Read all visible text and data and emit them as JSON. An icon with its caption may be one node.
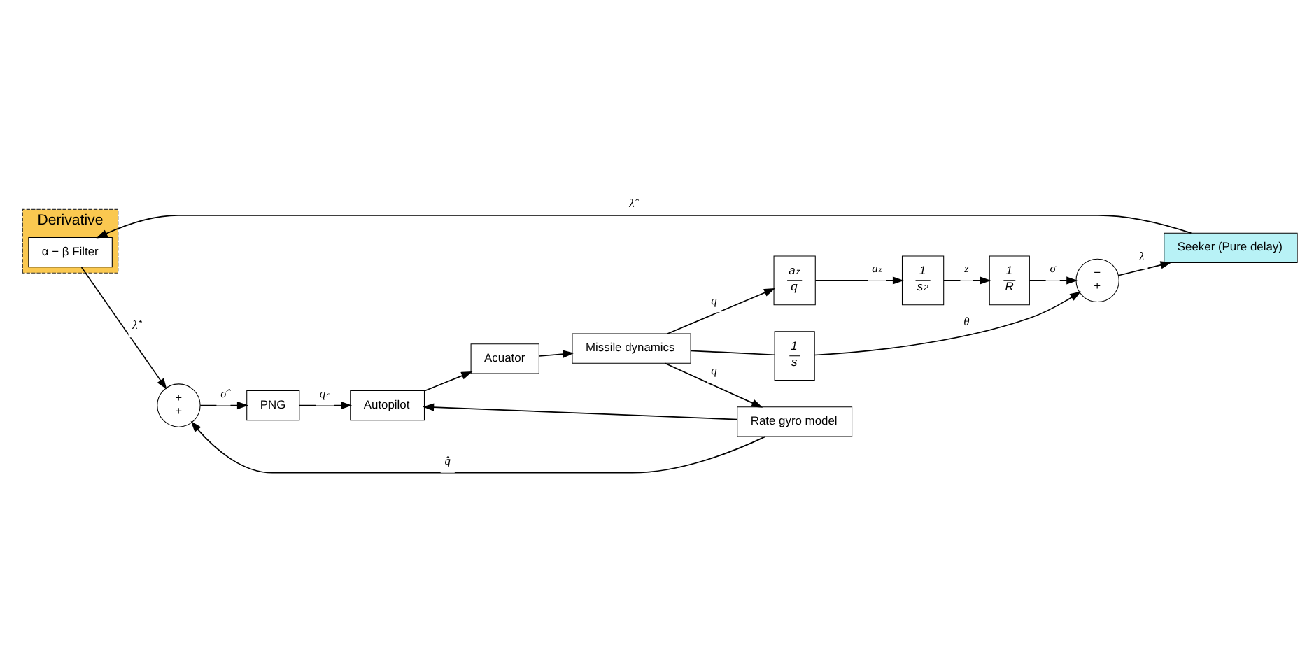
{
  "diagram": {
    "nodes": [
      {
        "text": [
          "+",
          "+"
        ]
      },
      {
        "text": [
          "PNG"
        ]
      },
      {
        "text": [
          "Autopilot"
        ]
      },
      {
        "text": [
          "Acuator"
        ]
      },
      {
        "text": [
          "Missile dynamics"
        ]
      },
      {
        "text": [
          "Rate gyro model"
        ]
      },
      {
        "text": [
          "a$_{z}$",
          "q"
        ]
      },
      {
        "text": [
          "1",
          "s"
        ]
      },
      {
        "text": [
          "1",
          "s$^{2}$"
        ]
      },
      {
        "text": [
          "1",
          "R"
        ]
      },
      {
        "text": [
          "−",
          "+"
        ]
      },
      {
        "text": [
          "Seeker (Pure delay)"
        ]
      },
      {
        "text": [
          "Derivative"
        ]
      },
      {
        "text": [
          "α − β Filter"
        ],
        "in": 12
      }
    ],
    "edges": [
      {
        "from": 0,
        "to": 1,
        "arrow": "to",
        "label": "σ̂̇"
      },
      {
        "from": 1,
        "to": 2,
        "arrow": "to",
        "label": "q$_{c}$"
      },
      {
        "from": 2,
        "to": 3,
        "arrow": "to"
      },
      {
        "from": 3,
        "to": 4,
        "arrow": "to"
      },
      {
        "from": 4,
        "to": 6,
        "arrow": "to",
        "label": "q"
      },
      {
        "from": 4,
        "to": 5,
        "arrow": "to",
        "label": "q"
      },
      {
        "from": 4,
        "to": 7,
        "arrow": "none"
      },
      {
        "from": 5,
        "to": 0,
        "arrow": "to",
        "label": "q̂"
      },
      {
        "from": 5,
        "to": 2,
        "arrow": "to"
      },
      {
        "from": 6,
        "to": 8,
        "arrow": "to",
        "label": "a$_{z}$"
      },
      {
        "from": 8,
        "to": 9,
        "arrow": "to",
        "label": "z"
      },
      {
        "from": 9,
        "to": 10,
        "arrow": "to",
        "label": "σ"
      },
      {
        "from": 7,
        "to": 10,
        "arrow": "to",
        "label": "θ"
      },
      {
        "from": 10,
        "to": 11,
        "arrow": "to",
        "label": "λ"
      },
      {
        "from": 11,
        "to": 13,
        "arrow": "to",
        "label": "λ̂"
      },
      {
        "from": 13,
        "to": 0,
        "arrow": "to",
        "label": "λ̂̇"
      }
    ]
  }
}
